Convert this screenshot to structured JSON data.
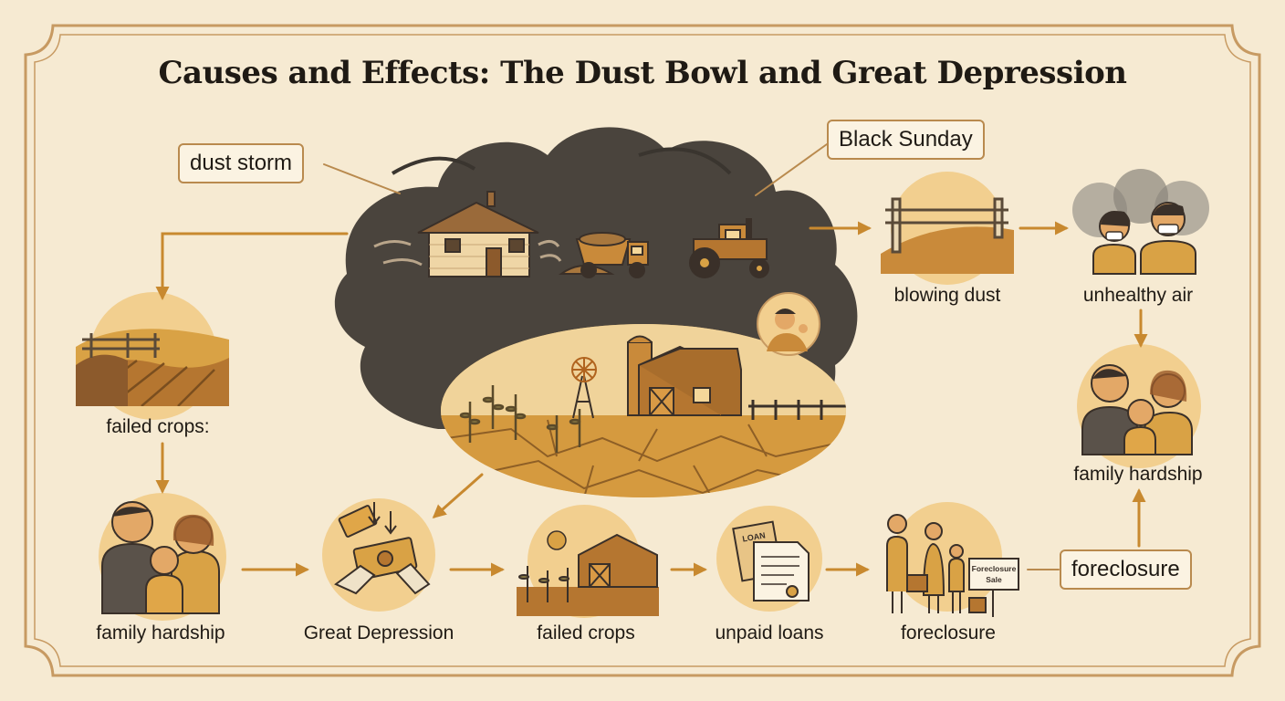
{
  "title": "Causes and Effects: The Dust Bowl and Great Depression",
  "callouts": {
    "dust_storm": "dust storm",
    "black_sunday": "Black Sunday",
    "foreclosure_tag": "foreclosure"
  },
  "nodes": {
    "blowing_dust": "blowing dust",
    "unhealthy_air": "unhealthy air",
    "family_hardship_right": "family hardship",
    "failed_crops_left": "failed crops:",
    "family_hardship_left": "family hardship",
    "great_depression": "Great Depression",
    "failed_crops_bottom": "failed crops",
    "unpaid_loans": "unpaid loans",
    "foreclosure_bottom": "foreclosure"
  },
  "sign_text": {
    "loan": "LOAN",
    "foreclosure_sale_1": "Foreclosure",
    "foreclosure_sale_2": "Sale"
  },
  "colors": {
    "background": "#f6ead2",
    "frame": "#c79a62",
    "arrow": "#c8892f",
    "storm": "#4d463f",
    "circle": "#f2cf8f",
    "ochre": "#d9a245"
  },
  "icons": [
    "house-icon",
    "dump-truck-icon",
    "tractor-icon",
    "coughing-person-icon",
    "windmill-icon",
    "barn-icon",
    "fence-icon",
    "masked-people-icon",
    "family-icon",
    "money-hands-icon",
    "loan-papers-icon",
    "foreclosure-sign-icon"
  ]
}
